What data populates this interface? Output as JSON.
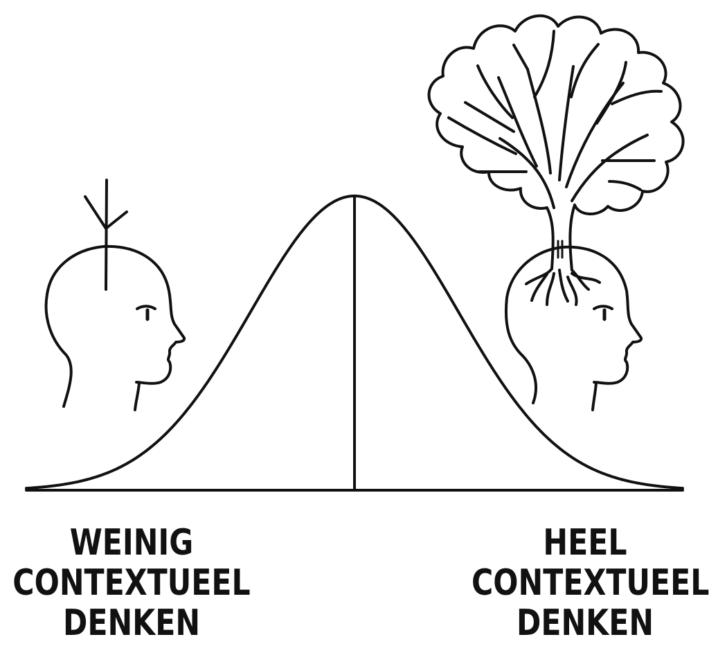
{
  "labels": {
    "left": [
      "WEINIG",
      "CONTEXTUEEL",
      "DENKEN"
    ],
    "right": [
      "HEEL",
      "CONTEXTUEEL",
      "DENKEN"
    ]
  },
  "icons": {
    "left": "head-with-arrow-icon",
    "right": "head-with-tree-icon"
  },
  "colors": {
    "ink": "#111111",
    "background": "#ffffff"
  }
}
